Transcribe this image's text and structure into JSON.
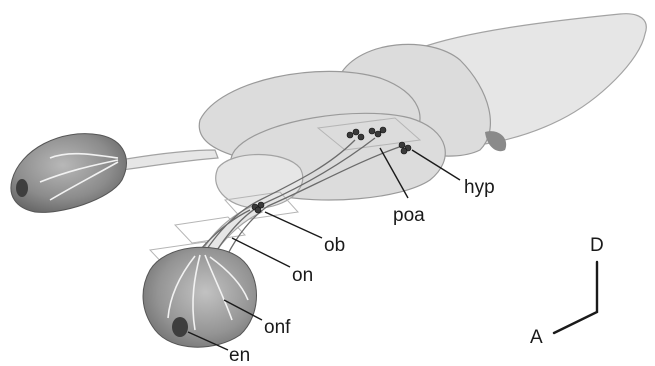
{
  "labels": {
    "poa": "poa",
    "hyp": "hyp",
    "ob": "ob",
    "on": "on",
    "onf": "onf",
    "en": "en"
  },
  "axes": {
    "dorsal": "D",
    "anterior": "A"
  },
  "colors": {
    "brain_fill": "#dcdcdc",
    "rosette_dark": "#5e5e5e",
    "rosette_light": "#b8b8b8",
    "neurons": "#3a3a3a",
    "text": "#1a1a1a"
  }
}
